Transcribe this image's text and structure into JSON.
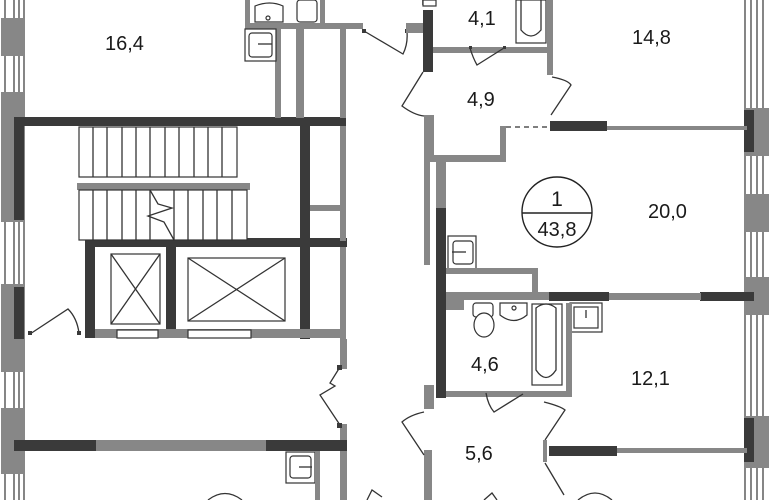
{
  "plan": {
    "title": "Floor plan",
    "apartment": {
      "number": "1",
      "total_area": "43,8"
    },
    "rooms": [
      {
        "id": "room-left-top",
        "area": "16,4"
      },
      {
        "id": "bathroom-top",
        "area": "4,1"
      },
      {
        "id": "room-top-right",
        "area": "14,8"
      },
      {
        "id": "hall-top",
        "area": "4,9"
      },
      {
        "id": "living-room",
        "area": "20,0"
      },
      {
        "id": "bathroom-middle",
        "area": "4,6"
      },
      {
        "id": "room-bedroom",
        "area": "12,1"
      },
      {
        "id": "hall-bottom",
        "area": "5,6"
      }
    ],
    "colors": {
      "structural_wall": "#3a3a3a",
      "partition_wall": "#878787",
      "line": "#333333",
      "background": "#ffffff"
    }
  }
}
